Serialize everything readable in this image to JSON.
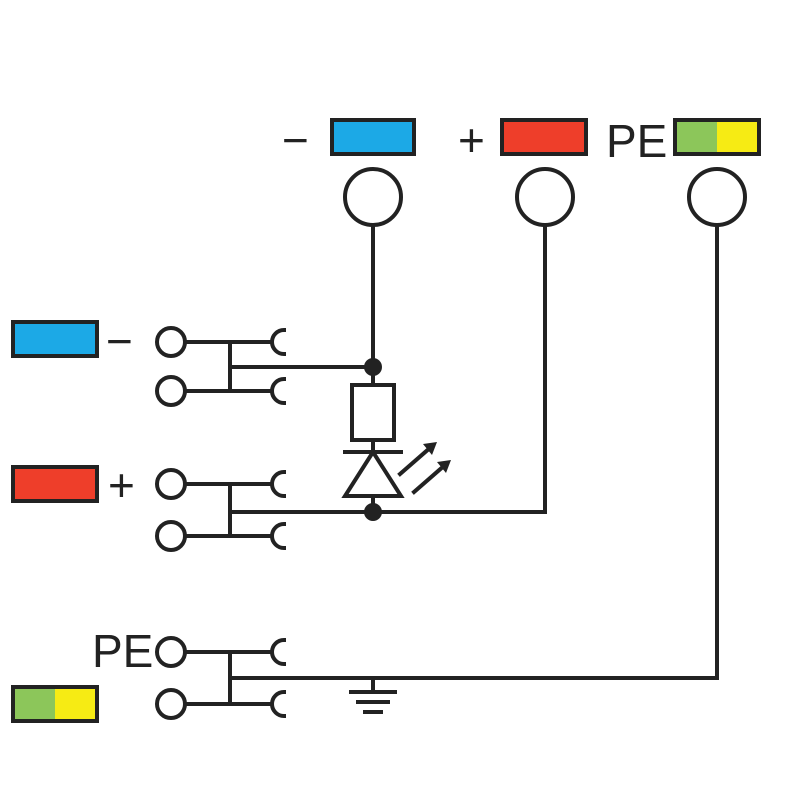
{
  "top_terminals": [
    {
      "sign": "−",
      "colors": [
        "#1ca9e6"
      ]
    },
    {
      "sign": "+",
      "colors": [
        "#ee3e2a"
      ]
    },
    {
      "sign": "PE",
      "colors": [
        "#8cc65a",
        "#f6eb14"
      ]
    }
  ],
  "side_terminals": [
    {
      "sign": "−",
      "colors": [
        "#1ca9e6"
      ]
    },
    {
      "sign": "+",
      "colors": [
        "#ee3e2a"
      ]
    },
    {
      "sign": "PE",
      "colors": [
        "#8cc65a",
        "#f6eb14"
      ]
    }
  ],
  "components": [
    "resistor",
    "led",
    "ground"
  ],
  "colors": {
    "line": "#222222",
    "background": "#ffffff"
  }
}
